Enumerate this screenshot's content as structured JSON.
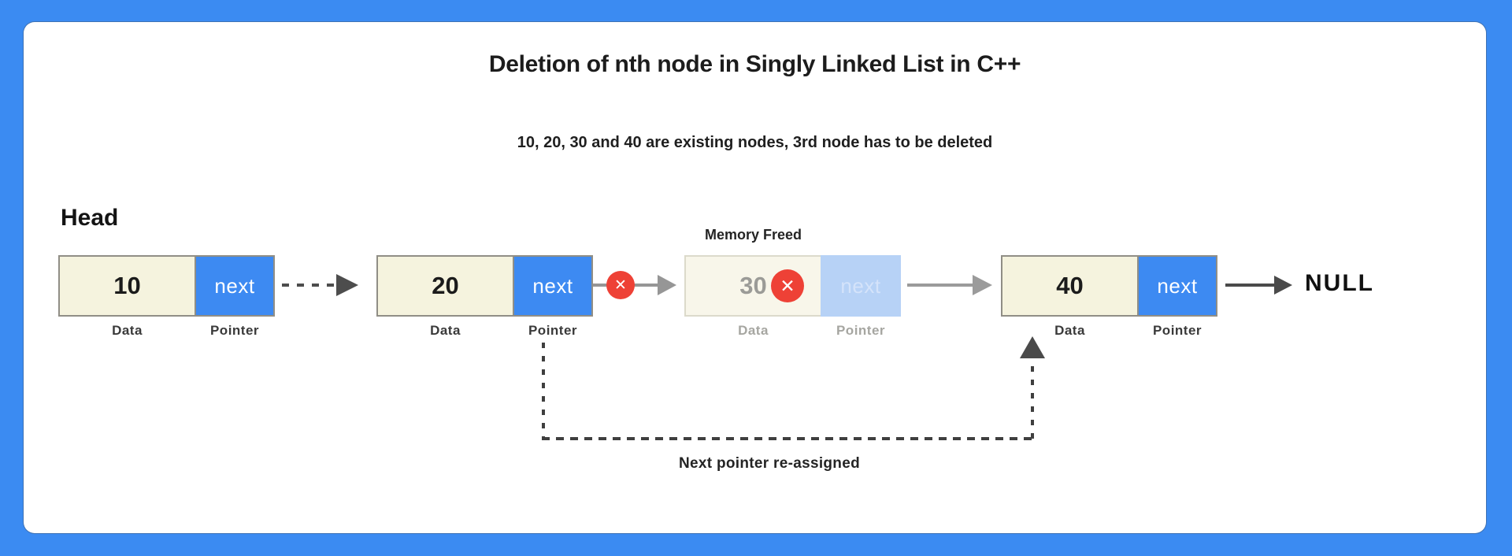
{
  "title": "Deletion of nth node in Singly Linked List in C++",
  "subtitle": "10, 20, 30 and 40 are existing nodes, 3rd node has to be deleted",
  "head_label": "Head",
  "null_label": "NULL",
  "memory_freed_label": "Memory Freed",
  "reassign_label": "Next pointer re-assigned",
  "delete_icon_glyph": "✕",
  "nodes": [
    {
      "value": "10",
      "next_label": "next",
      "data_caption": "Data",
      "pointer_caption": "Pointer",
      "state": "normal"
    },
    {
      "value": "20",
      "next_label": "next",
      "data_caption": "Data",
      "pointer_caption": "Pointer",
      "state": "normal"
    },
    {
      "value": "30",
      "next_label": "next",
      "data_caption": "Data",
      "pointer_caption": "Pointer",
      "state": "freed"
    },
    {
      "value": "40",
      "next_label": "next",
      "data_caption": "Data",
      "pointer_caption": "Pointer",
      "state": "normal"
    }
  ],
  "colors": {
    "frame_blue": "#3B8BF2",
    "pointer_cell_blue": "#3D8AF2",
    "data_cell_cream": "#F5F3DE",
    "freed_data_cream": "#F8F6EA",
    "freed_pointer_blue": "#B7D2F6",
    "delete_red": "#EE4136",
    "arrow_gray": "#969696",
    "arrow_dark": "#4A4A4A",
    "dashed_path_dark": "#3F3F3F"
  }
}
